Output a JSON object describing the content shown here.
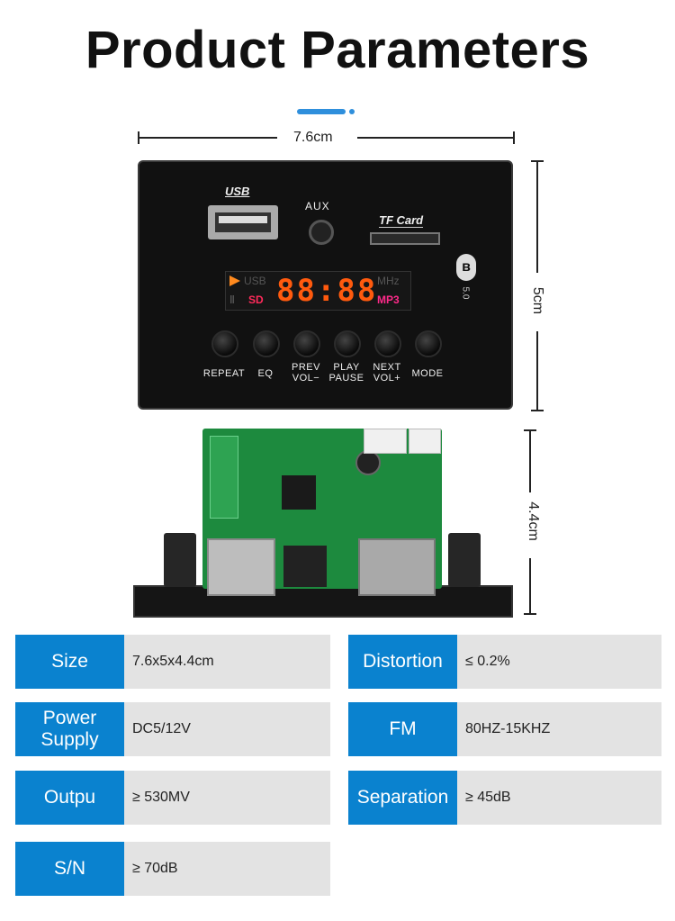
{
  "page": {
    "title": "Product Parameters",
    "accent_color": "#2f8fdc"
  },
  "dimensions": {
    "width": "7.6cm",
    "height": "5cm",
    "depth": "4.4cm"
  },
  "panel": {
    "usb_logo": "USB",
    "aux_label": "AUX",
    "tf_label": "TF Card",
    "bluetooth_sub": "5.0",
    "display": {
      "usb": "USB",
      "sd": "SD",
      "digits": "88:88",
      "mhz": "MHz",
      "mp3": "MP3"
    },
    "buttons": [
      {
        "line1": "REPEAT",
        "line2": ""
      },
      {
        "line1": "EQ",
        "line2": ""
      },
      {
        "line1": "PREV",
        "line2": "VOL−"
      },
      {
        "line1": "PLAY",
        "line2": "PAUSE"
      },
      {
        "line1": "NEXT",
        "line2": "VOL+"
      },
      {
        "line1": "MODE",
        "line2": ""
      }
    ]
  },
  "specs": [
    {
      "label": "Size",
      "value": "7.6x5x4.4cm"
    },
    {
      "label": "Distortion",
      "value": "≤ 0.2%"
    },
    {
      "label": "Power Supply",
      "value": "DC5/12V"
    },
    {
      "label": "FM",
      "value": "80HZ-15KHZ"
    },
    {
      "label": "Outpu",
      "value": "≥ 530MV"
    },
    {
      "label": "Separation",
      "value": "≥ 45dB"
    },
    {
      "label": "S/N",
      "value": "≥ 70dB"
    }
  ]
}
